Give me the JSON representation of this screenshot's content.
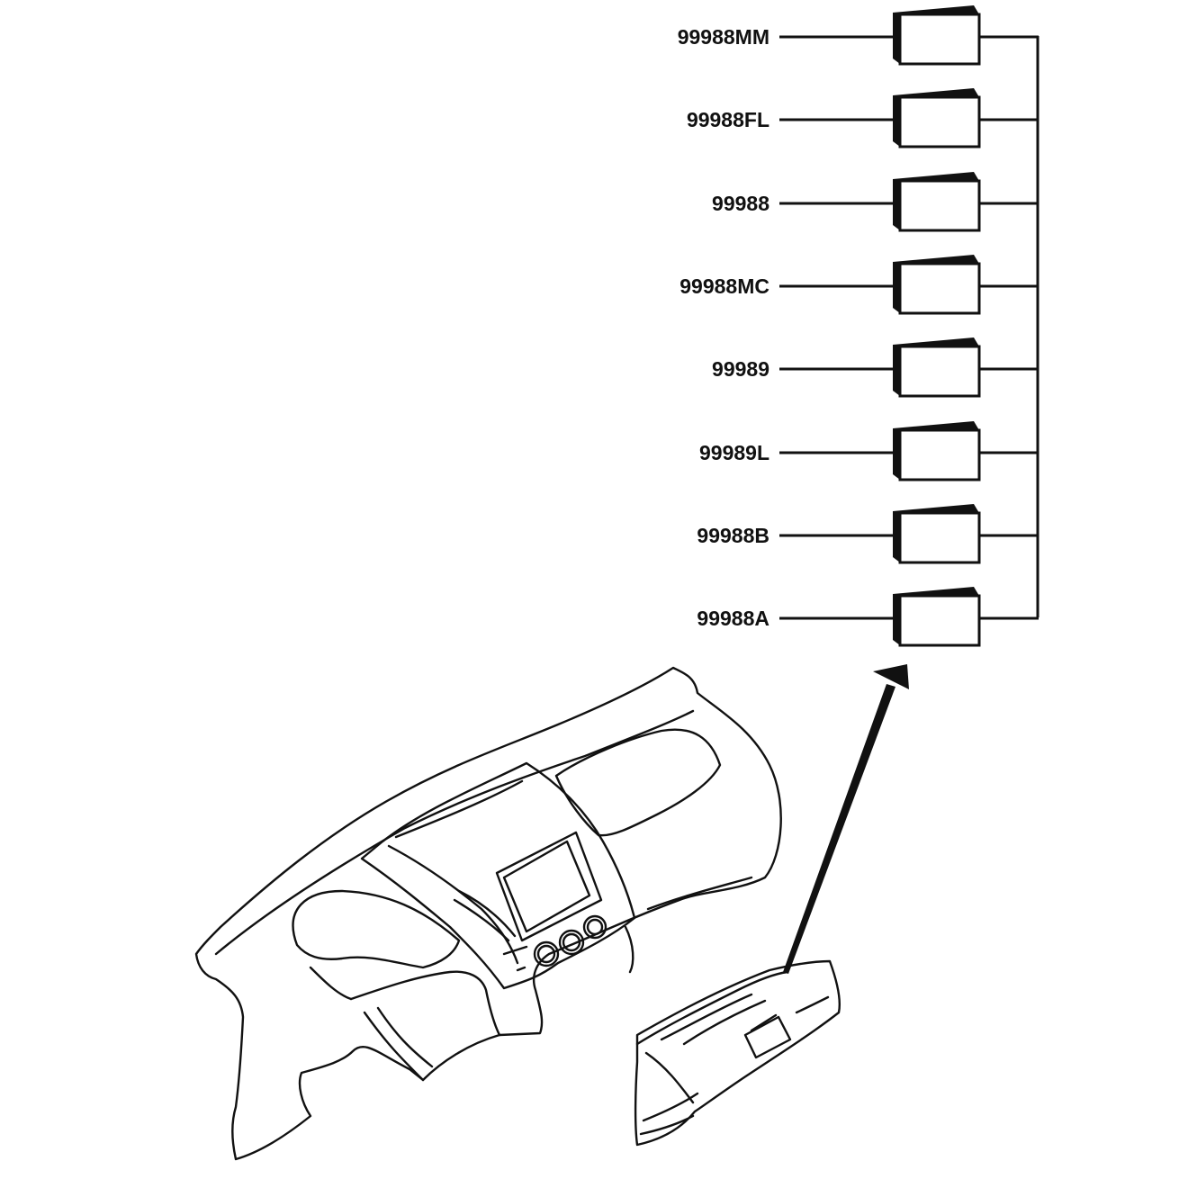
{
  "diagram": {
    "part_numbers": [
      "99988MM",
      "99988FL",
      "99988",
      "99988MC",
      "99989",
      "99989L",
      "99988B",
      "99988A"
    ],
    "colors": {
      "line": "#111111",
      "background": "#ffffff"
    },
    "illustration": {
      "main_part": "dashboard-instrument-panel",
      "detail_part": "glove-box",
      "pointer": "arrow-to-part-list"
    }
  }
}
